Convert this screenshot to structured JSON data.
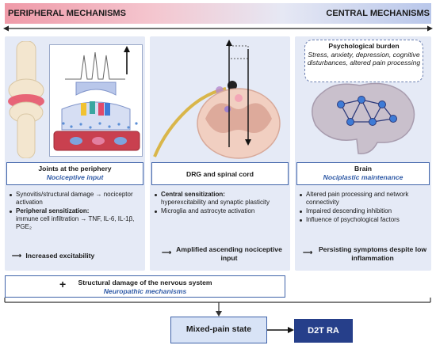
{
  "header": {
    "left": "PERIPHERAL MECHANISMS",
    "right": "CENTRAL MECHANISMS"
  },
  "columns": [
    {
      "title": "Joints at the periphery",
      "subtitle": "Nociceptive input",
      "bullets": [
        {
          "text": "Synovitis/structural damage → nociceptor activation"
        },
        {
          "bold": "Peripheral sensitization:",
          "text": "immune cell infiltration → TNF, IL-6, IL-1β, PGE₂"
        }
      ],
      "conclusion": "Increased excitability"
    },
    {
      "title": "DRG and spinal cord",
      "subtitle": "",
      "bullets": [
        {
          "bold": "Central sensitization:",
          "text": "hyperexcitability and synaptic plasticity"
        },
        {
          "text": "Microglia and astrocyte activation"
        }
      ],
      "conclusion": "Amplified ascending nociceptive input"
    },
    {
      "title": "Brain",
      "subtitle": "Nociplastic maintenance",
      "bullets": [
        {
          "text": "Altered pain processing and network connectivity"
        },
        {
          "text": "Impaired descending inhibition"
        },
        {
          "text": "Influence of psychological factors"
        }
      ],
      "conclusion": "Persisting symptoms despite low inflammation"
    }
  ],
  "psych": {
    "title": "Psychological burden",
    "text": "Stress, anxiety, depression, cognitive disturbances, altered pain processing"
  },
  "structural": {
    "plus": "+",
    "title": "Structural damage of the nervous system",
    "subtitle": "Neuropathic mechanisms"
  },
  "mixed": "Mixed-pain state",
  "final": "D2T RA",
  "colors": {
    "accent_blue": "#3f63a9",
    "dark_blue": "#263f8a",
    "pink": "#ef9aa8",
    "panel": "#e5eaf6"
  }
}
